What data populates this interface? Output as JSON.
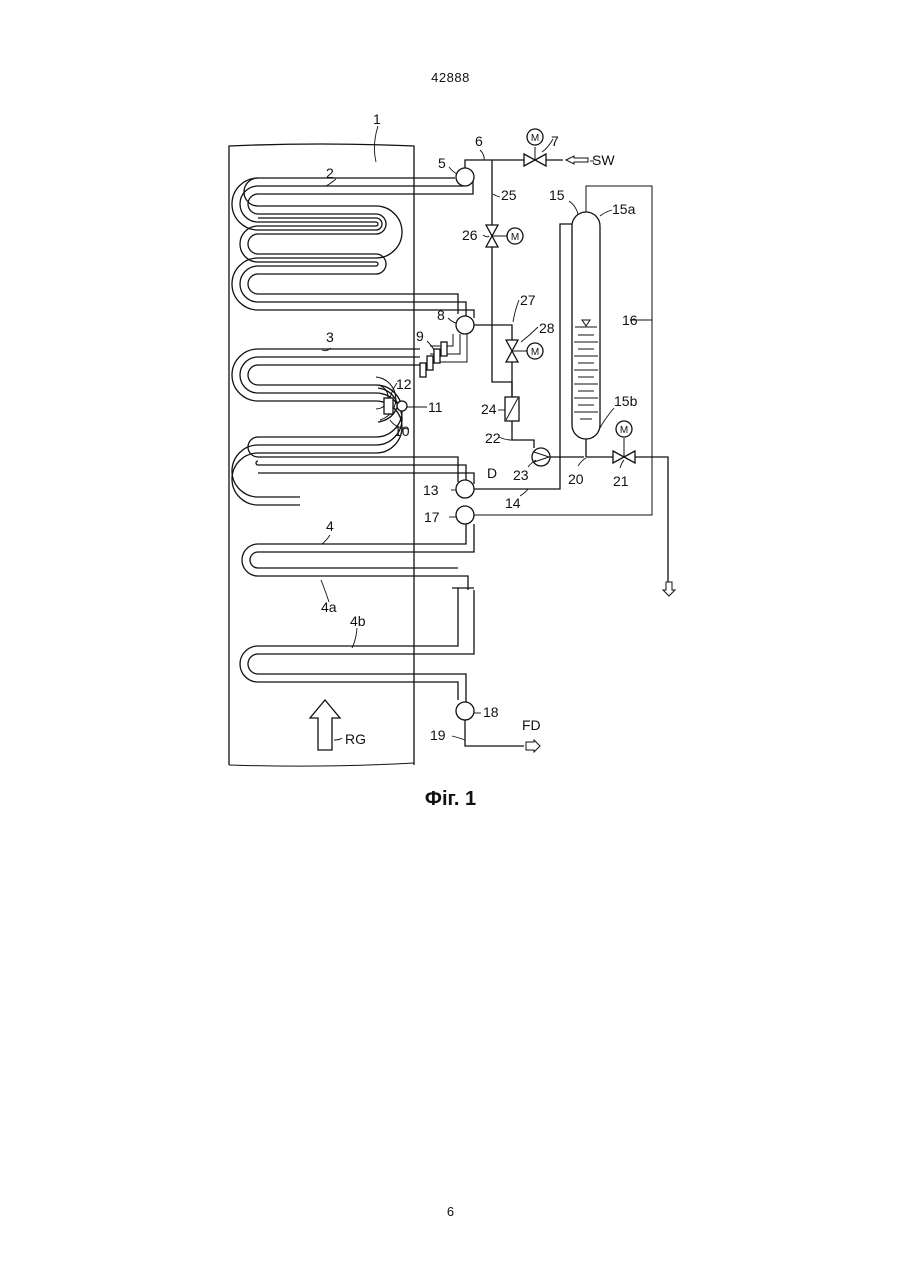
{
  "page": {
    "header": "42888",
    "caption": "Фіг. 1",
    "page_number": "6"
  },
  "labels": {
    "l1": "1",
    "l2": "2",
    "l3": "3",
    "l4": "4",
    "l4a": "4a",
    "l4b": "4b",
    "l5": "5",
    "l6": "6",
    "l7": "7",
    "l8": "8",
    "l9": "9",
    "l10": "10",
    "l11": "11",
    "l12": "12",
    "l13": "13",
    "l14": "14",
    "l15": "15",
    "l15a": "15a",
    "l15b": "15b",
    "l16": "16",
    "l17": "17",
    "l18": "18",
    "l19": "19",
    "l20": "20",
    "l21": "21",
    "l22": "22",
    "l23": "23",
    "l24": "24",
    "l25": "25",
    "l26": "26",
    "l27": "27",
    "l28": "28",
    "D": "D",
    "SW": "SW",
    "FD": "FD",
    "RG": "RG",
    "motor": "M"
  }
}
